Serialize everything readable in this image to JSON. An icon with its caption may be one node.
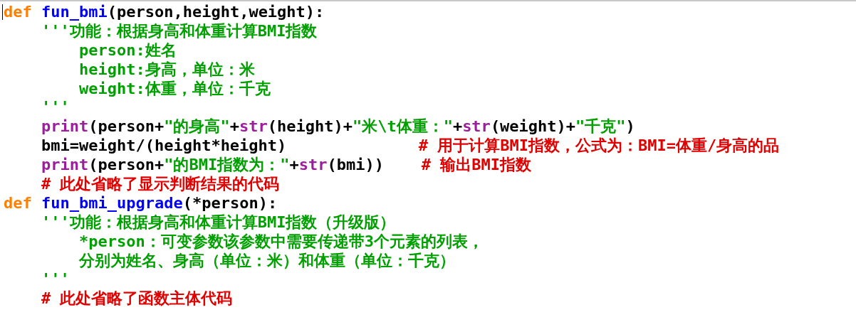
{
  "diagram": {
    "labels": [
      "def",
      "fun_bmi",
      "(person,height,weight):",
      "'''功能：根据身高和体重计算BMI指数",
      "person:姓名",
      "height:身高，单位：米",
      "weight:体重，单位：千克",
      "'''",
      "print",
      "(person+",
      "\"的身高\"",
      "+",
      "str",
      "(height)+",
      "\"米\\t体重：\"",
      "+",
      "str",
      "(weight)+",
      "\"千克\"",
      ")",
      "bmi=weight/(height*height)",
      "# 用于计算BMI指数，公式为：BMI=体重/身高的品",
      "print",
      "(person+",
      "\"的BMI指数为：\"",
      "+",
      "str",
      "(bmi))",
      "# 输出BMI指数",
      "# 此处省略了显示判断结果的代码",
      "def",
      "fun_bmi_upgrade",
      "(*person):",
      "'''功能：根据身高和体重计算BMI指数（升级版）",
      "*person：可变参数该参数中需要传递带3个元素的列表，",
      "分别为姓名、身高（单位：米）和体重（单位：千克）",
      "'''",
      "# 此处省略了函数主体代码"
    ]
  }
}
